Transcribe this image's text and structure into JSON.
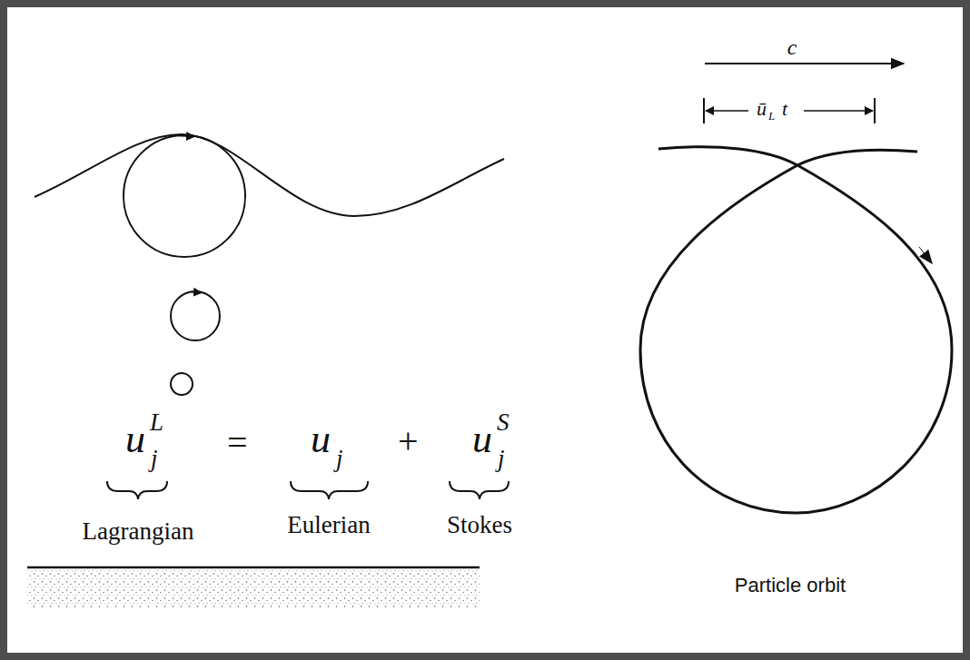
{
  "diagram": {
    "labels": [
      "u",
      "L",
      "j",
      "=",
      "u",
      "j",
      "+",
      "u",
      "S",
      "j",
      "Lagrangian",
      "Eulerian",
      "Stokes",
      "c",
      "ū",
      "L",
      "t",
      "Particle orbit"
    ]
  }
}
